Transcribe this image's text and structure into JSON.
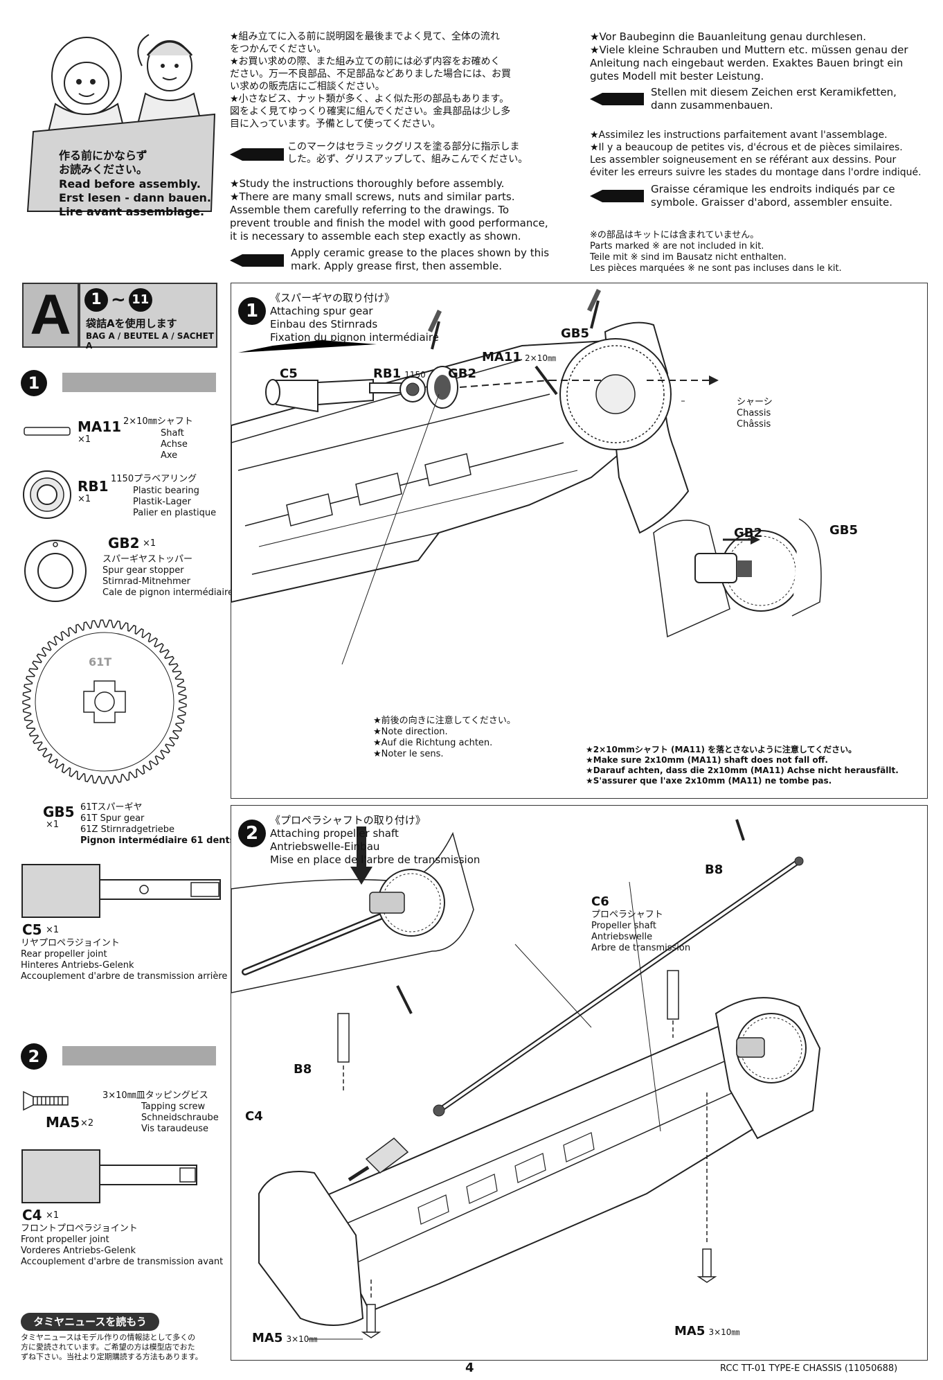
{
  "intro": {
    "sign_jp": [
      "作る前にかならず",
      "お読みください。"
    ],
    "sign_lines": [
      "Read before assembly.",
      "Erst lesen - dann bauen.",
      "Lire avant assemblage."
    ],
    "jp_notes": [
      "★組み立てに入る前に説明図を最後までよく見て、全体の流れ",
      "をつかんでください。",
      "★お買い求めの際、また組み立ての前には必ず内容をお確めく",
      "ださい。万一不良部品、不足部品などありました場合には、お買",
      "い求めの販売店にご相談ください。",
      "★小さなビス、ナット類が多く、よく似た形の部品もあります。",
      "図をよく見てゆっくり確実に組んでください。金具部品は少し多",
      "目に入っています。予備として使ってください。"
    ],
    "jp_grease": [
      "このマークはセラミックグリスを塗る部分に指示しま",
      "した。必ず、グリスアップして、組みこんでください。"
    ],
    "en_notes": [
      "★Study the instructions thoroughly before assembly.",
      "★There are many small screws, nuts and similar parts.",
      "Assemble them carefully referring to the drawings. To",
      "prevent trouble and finish the model with good performance,",
      "it is necessary to assemble each step exactly as shown."
    ],
    "en_grease": [
      "Apply ceramic grease to the places shown by this",
      "mark.  Apply grease first, then assemble."
    ],
    "de_notes": [
      "★Vor Baubeginn die Bauanleitung genau durchlesen.",
      "★Viele kleine Schrauben und Muttern etc. müssen genau der",
      "Anleitung nach eingebaut werden. Exaktes Bauen bringt ein",
      "gutes Modell mit bester Leistung."
    ],
    "de_grease": [
      "Stellen mit diesem Zeichen erst Keramikfetten,",
      "dann zusammenbauen."
    ],
    "fr_notes": [
      "★Assimilez les instructions parfaitement avant l'assemblage.",
      "★Il y a beaucoup de petites vis, d'écrous et de pièces similaires.",
      "Les assembler soigneusement en se référant aux dessins. Pour",
      "éviter les erreurs suivre les stades du montage dans l'ordre indiqué."
    ],
    "fr_grease": [
      "Graisse céramique les endroits indiqués par ce",
      "symbole. Graisser d'abord, assembler ensuite."
    ],
    "not_included": [
      "※の部品はキットには含まれていません。",
      "Parts marked ※ are not included in kit.",
      "Teile mit ※ sind im Bausatz nicht enthalten.",
      "Les pièces marquées ※ ne sont pas incluses dans le kit."
    ]
  },
  "bag": {
    "letter": "A",
    "range_from": "1",
    "tilde": "~",
    "range_to": "11",
    "jp": "袋詰Aを使用します",
    "label": "BAG A / BEUTEL A / SACHET A"
  },
  "parts_step1": {
    "step": "1",
    "ma11": {
      "code": "MA11",
      "qty": "×1",
      "jp": "2×10㎜シャフト",
      "lines": [
        "Shaft",
        "Achse",
        "Axe"
      ]
    },
    "rb1": {
      "code": "RB1",
      "qty": "×1",
      "jp": "1150プラベアリング",
      "lines": [
        "Plastic bearing",
        "Plastik-Lager",
        "Palier en plastique"
      ]
    },
    "gb2": {
      "code": "GB2",
      "qty": "×1",
      "jp": "スパーギヤストッパー",
      "lines": [
        "Spur gear stopper",
        "Stirnrad-Mitnehmer",
        "Cale de pignon intermédiaire"
      ]
    },
    "gb5": {
      "code": "GB5",
      "qty": "×1",
      "teeth_label": "61T",
      "jp": "61Tスパーギヤ",
      "lines": [
        "61T Spur gear",
        "61Z Stirnradgetriebe",
        "Pignon intermédiaire 61 dents"
      ]
    },
    "c5": {
      "code": "C5",
      "qty": "×1",
      "jp": "リヤプロペラジョイント",
      "lines": [
        "Rear propeller joint",
        "Hinteres Antriebs-Gelenk",
        "Accouplement d'arbre de transmission arrière"
      ]
    }
  },
  "parts_step2": {
    "step": "2",
    "ma5": {
      "code": "MA5",
      "qty": "×2",
      "jp": "3×10㎜皿タッピングビス",
      "lines": [
        "Tapping screw",
        "Schneidschraube",
        "Vis taraudeuse"
      ]
    },
    "c4": {
      "code": "C4",
      "qty": "×1",
      "jp": "フロントプロペラジョイント",
      "lines": [
        "Front propeller joint",
        "Vorderes Antriebs-Gelenk",
        "Accouplement d'arbre de transmission avant"
      ]
    }
  },
  "step1": {
    "num": "1",
    "titles": [
      "《スパーギヤの取り付け》",
      "Attaching spur gear",
      "Einbau des Stirnrads",
      "Fixation du pignon intermédiaire"
    ],
    "labels": {
      "c5": "C5",
      "rb1": "RB1",
      "rb1_size": "1150",
      "gb2": "GB2",
      "ma11": "MA11",
      "ma11_size": "2×10㎜",
      "gb5": "GB5",
      "gb2b": "GB2",
      "gb5b": "GB5"
    },
    "chassis": [
      "シャーシ",
      "Chassis",
      "Châssis"
    ],
    "direction": [
      "★前後の向きに注意してください。",
      "★Note direction.",
      "★Auf die Richtung achten.",
      "★Noter le sens."
    ],
    "shaft_note": [
      "★2×10mmシャフト (MA11) を落とさないように注意してください。",
      "★Make sure 2x10mm (MA11) shaft does not fall off.",
      "★Darauf achten, dass die 2x10mm (MA11) Achse nicht herausfällt.",
      "★S'assurer que l'axe 2x10mm (MA11) ne tombe pas."
    ]
  },
  "step2": {
    "num": "2",
    "titles": [
      "《プロペラシャフトの取り付け》",
      "Attaching propeller shaft",
      "Antriebswelle-Einbau",
      "Mise en place de l'arbre de transmission"
    ],
    "c6": {
      "code": "C6",
      "lines": [
        "プロペラシャフト",
        "Propeller shaft",
        "Antriebswelle",
        "Arbre de transmission"
      ]
    },
    "labels": {
      "b8a": "B8",
      "b8b": "B8",
      "c4": "C4",
      "ma5a": "MA5",
      "ma5a_size": "3×10㎜",
      "ma5b": "MA5",
      "ma5b_size": "3×10㎜"
    }
  },
  "news": {
    "title": "タミヤニュースを読もう",
    "lines": [
      "タミヤニュースはモデル作りの情報誌として多くの",
      "方に愛読されています。ご希望の方は模型店でおた",
      "ずね下さい。当社より定期購読する方法もあります。"
    ]
  },
  "footer": {
    "page": "4",
    "model": "RCC TT-01 TYPE-E CHASSIS (11050688)"
  }
}
